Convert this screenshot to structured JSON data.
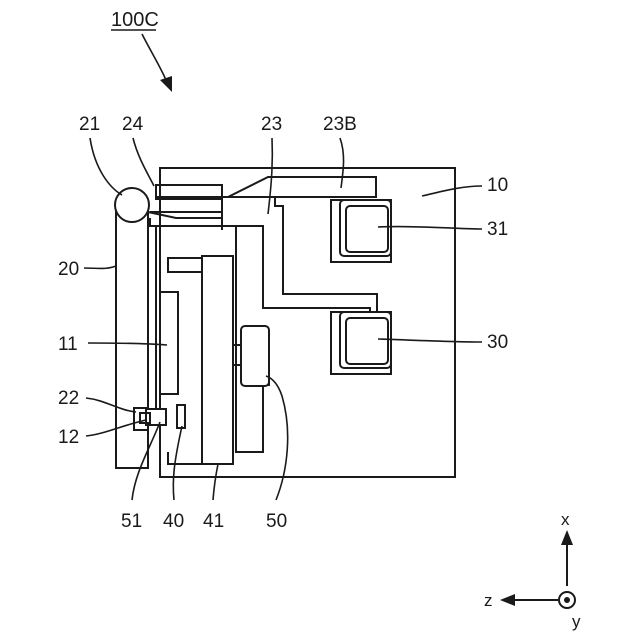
{
  "figure": {
    "title": "100C",
    "labels": {
      "l10": "10",
      "l11": "11",
      "l12": "12",
      "l20": "20",
      "l21": "21",
      "l22": "22",
      "l23": "23",
      "l23b": "23B",
      "l24": "24",
      "l30": "30",
      "l31": "31",
      "l40": "40",
      "l41": "41",
      "l50": "50",
      "l51": "51"
    },
    "axes": {
      "x": "x",
      "y": "y",
      "z": "z"
    }
  }
}
